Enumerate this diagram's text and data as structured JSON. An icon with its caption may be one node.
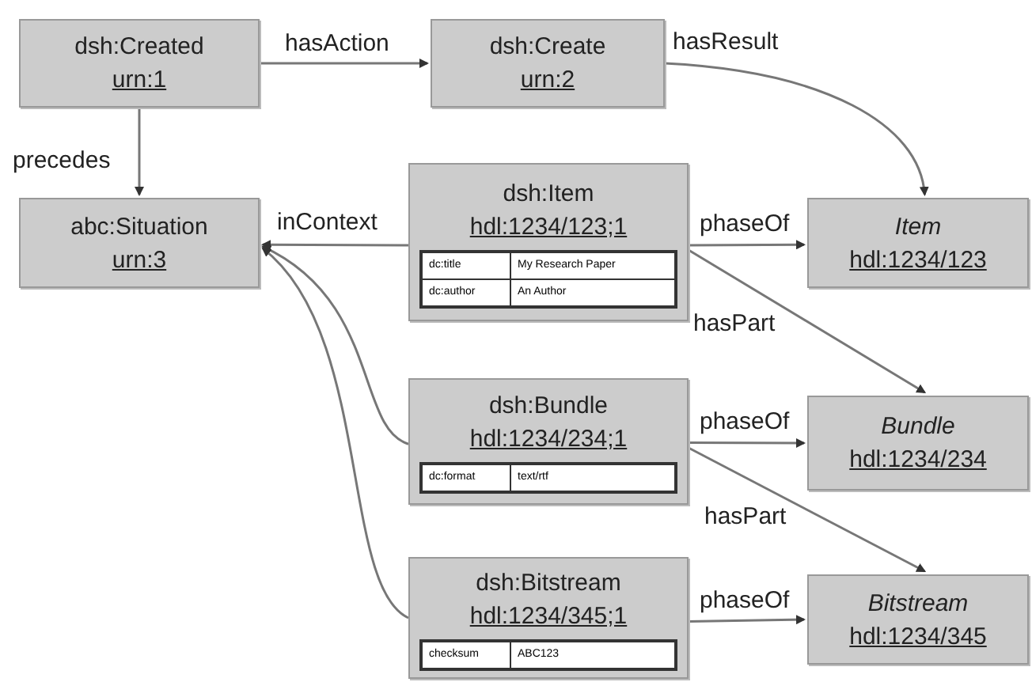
{
  "diagram": {
    "nodes": [
      {
        "text": [
          "dsh:Created",
          "urn:1"
        ]
      },
      {
        "text": [
          "dsh:Create",
          "urn:2"
        ]
      },
      {
        "text": [
          "abc:Situation",
          "urn:3"
        ]
      },
      {
        "text": [
          "dsh:Item",
          "hdl:1234/123;1",
          "dc:title",
          "My Research Paper",
          "dc:author",
          "An Author"
        ]
      },
      {
        "text": [
          "Item",
          "hdl:1234/123"
        ]
      },
      {
        "text": [
          "dsh:Bundle",
          "hdl:1234/234;1",
          "dc:format",
          "text/rtf"
        ]
      },
      {
        "text": [
          "Bundle",
          "hdl:1234/234"
        ]
      },
      {
        "text": [
          "dsh:Bitstream",
          "hdl:1234/345;1",
          "checksum",
          "ABC123"
        ]
      },
      {
        "text": [
          "Bitstream",
          "hdl:1234/345"
        ]
      }
    ],
    "edges": [
      {
        "from": 0,
        "to": 1,
        "arrow": "to",
        "label": "hasAction"
      },
      {
        "from": 1,
        "to": 4,
        "arrow": "to",
        "label": "hasResult"
      },
      {
        "from": 0,
        "to": 2,
        "arrow": "to",
        "label": "precedes"
      },
      {
        "from": 3,
        "to": 2,
        "arrow": "to",
        "label": "inContext"
      },
      {
        "from": 5,
        "to": 2,
        "arrow": "to"
      },
      {
        "from": 7,
        "to": 2,
        "arrow": "to"
      },
      {
        "from": 3,
        "to": 4,
        "arrow": "to",
        "label": "phaseOf"
      },
      {
        "from": 3,
        "to": 6,
        "arrow": "to",
        "label": "hasPart"
      },
      {
        "from": 5,
        "to": 6,
        "arrow": "to",
        "label": "phaseOf"
      },
      {
        "from": 5,
        "to": 8,
        "arrow": "to",
        "label": "hasPart"
      },
      {
        "from": 7,
        "to": 8,
        "arrow": "to",
        "label": "phaseOf"
      }
    ]
  }
}
